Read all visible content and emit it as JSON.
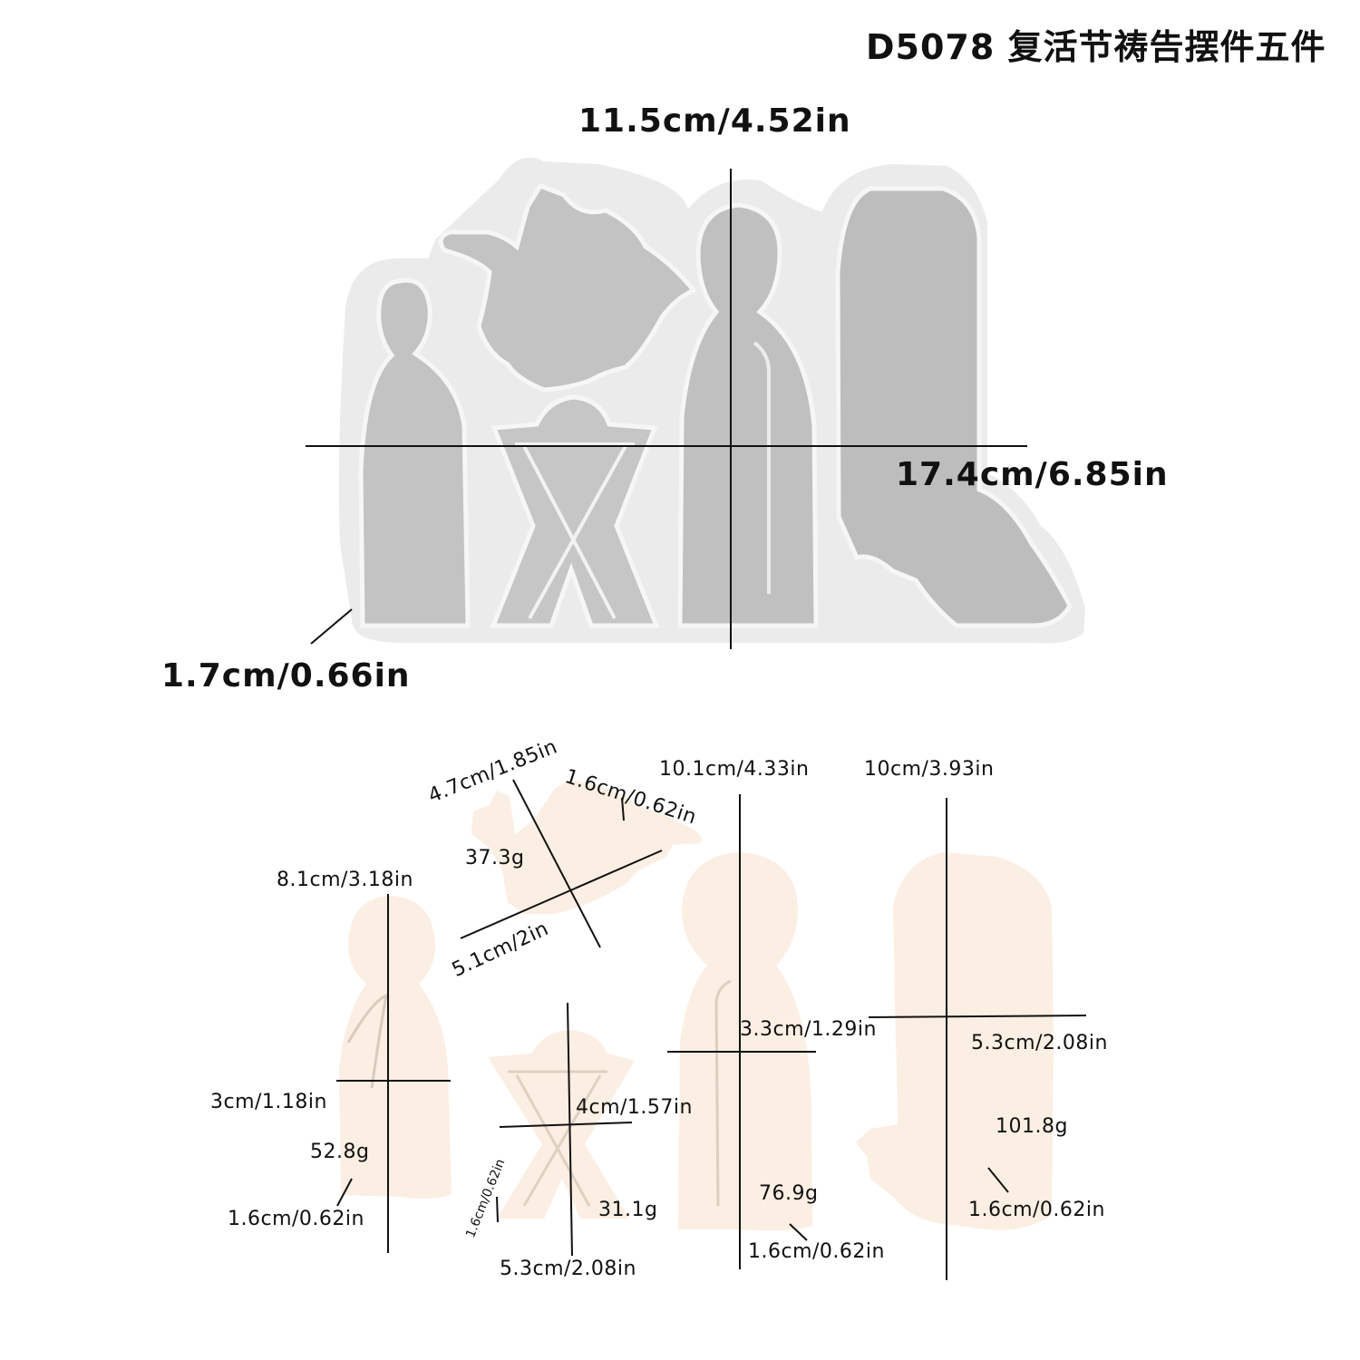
{
  "header": {
    "title": "D5078 复活节祷告摆件五件"
  },
  "mold": {
    "height_label": "11.5cm/4.52in",
    "width_label": "17.4cm/6.85in",
    "depth_label": "1.7cm/0.66in",
    "colors": {
      "silicone": "#e8e8e8",
      "cavity": "#b7b7b7",
      "edge": "#ffffff"
    }
  },
  "pieces": {
    "mary": {
      "height": "8.1cm/3.18in",
      "width": "3cm/1.18in",
      "weight": "52.8g",
      "thickness": "1.6cm/0.62in"
    },
    "angel": {
      "height": "4.7cm/1.85in",
      "thickness": "1.6cm/0.62in",
      "weight": "37.3g",
      "width": "5.1cm/2in"
    },
    "manger": {
      "width": "4cm/1.57in",
      "thickness": "1.6cm/0.62in",
      "weight": "31.1g",
      "height": "5.3cm/2.08in"
    },
    "joseph": {
      "height": "10.1cm/4.33in",
      "width": "3.3cm/1.29in",
      "weight": "76.9g",
      "thickness": "1.6cm/0.62in"
    },
    "shepherd": {
      "height": "10cm/3.93in",
      "width": "5.3cm/2.08in",
      "weight": "101.8g",
      "thickness": "1.6cm/0.62in"
    },
    "colors": {
      "plaster": "#fbeee3"
    }
  }
}
